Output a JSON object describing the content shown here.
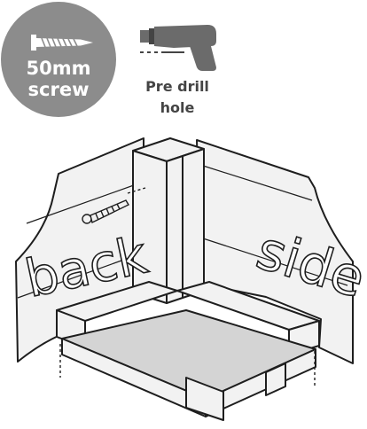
{
  "badge": {
    "line1": "50mm",
    "line2": "screw",
    "icon": "screw-icon"
  },
  "drill_caption": {
    "line1": "Pre drill",
    "line2": "hole",
    "icon": "drill-icon"
  },
  "labels": {
    "back": "back",
    "side": "side"
  },
  "colors": {
    "badge": "#8c8c8c",
    "caption": "#444444",
    "outline": "#1e1e1e",
    "panel": "#f2f2f2",
    "seat_top": "#d4d4d4"
  }
}
